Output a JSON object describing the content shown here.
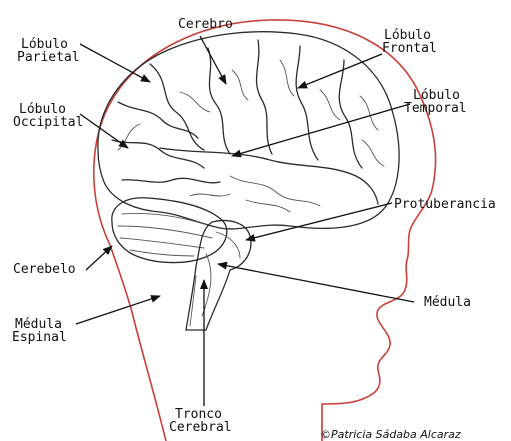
{
  "labels": {
    "cerebro": "Cerebro",
    "lobulo_parietal_1": "Lóbulo",
    "lobulo_parietal_2": "Parietal",
    "lobulo_frontal_1": "Lóbulo",
    "lobulo_frontal_2": "Frontal",
    "lobulo_temporal_1": "Lóbulo",
    "lobulo_temporal_2": "Temporal",
    "lobulo_occipital_1": "Lóbulo",
    "lobulo_occipital_2": "Occipital",
    "protuberancia": "Protuberancia",
    "cerebelo": "Cerebelo",
    "medula": "Médula",
    "medula_espinal_1": "Médula",
    "medula_espinal_2": "Espinal",
    "tronco_1": "Tronco",
    "tronco_2": "Cerebral"
  },
  "credit": "©Patricia Sádaba Alcaraz",
  "colors": {
    "head_outline": "#c8403a",
    "ink": "#111111",
    "brain_fill": "#e9e9e9"
  }
}
